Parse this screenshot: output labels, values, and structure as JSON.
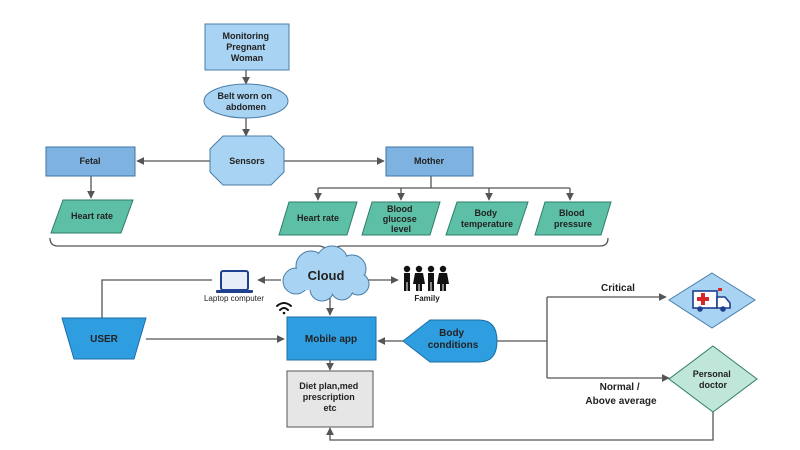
{
  "nodes": {
    "monitoring": [
      "Monitoring",
      "Pregnant",
      "Woman"
    ],
    "belt": [
      "Belt worn on",
      "abdomen"
    ],
    "sensors": "Sensors",
    "fetal": "Fetal",
    "mother": "Mother",
    "fetal_heart_rate": "Heart rate",
    "mother_heart_rate": "Heart rate",
    "blood_glucose": [
      "Blood",
      "glucose",
      "level"
    ],
    "body_temperature": [
      "Body",
      "temperature"
    ],
    "blood_pressure": [
      "Blood",
      "pressure"
    ],
    "cloud": "Cloud",
    "laptop": "Laptop computer",
    "family": "Family",
    "user": "USER",
    "mobile_app": "Mobile app",
    "body_conditions": [
      "Body",
      "conditions"
    ],
    "diet_plan": [
      "Diet plan,med",
      "prescription",
      "etc"
    ],
    "critical": "Critical",
    "normal": [
      "Normal /",
      "Above average"
    ],
    "personal_doctor": [
      "Personal",
      "doctor"
    ]
  },
  "icons": {
    "laptop": "laptop-icon",
    "family": "family-icon",
    "wifi": "wifi-icon",
    "ambulance": "ambulance-icon"
  },
  "colors": {
    "light_blue": "#a9d3f2",
    "mid_blue": "#7eb3e1",
    "teal": "#5dbfa5",
    "bright_blue": "#2f9ee0",
    "gray_box": "#e6e6e6",
    "light_teal": "#bfe6d8",
    "line": "#555555"
  }
}
